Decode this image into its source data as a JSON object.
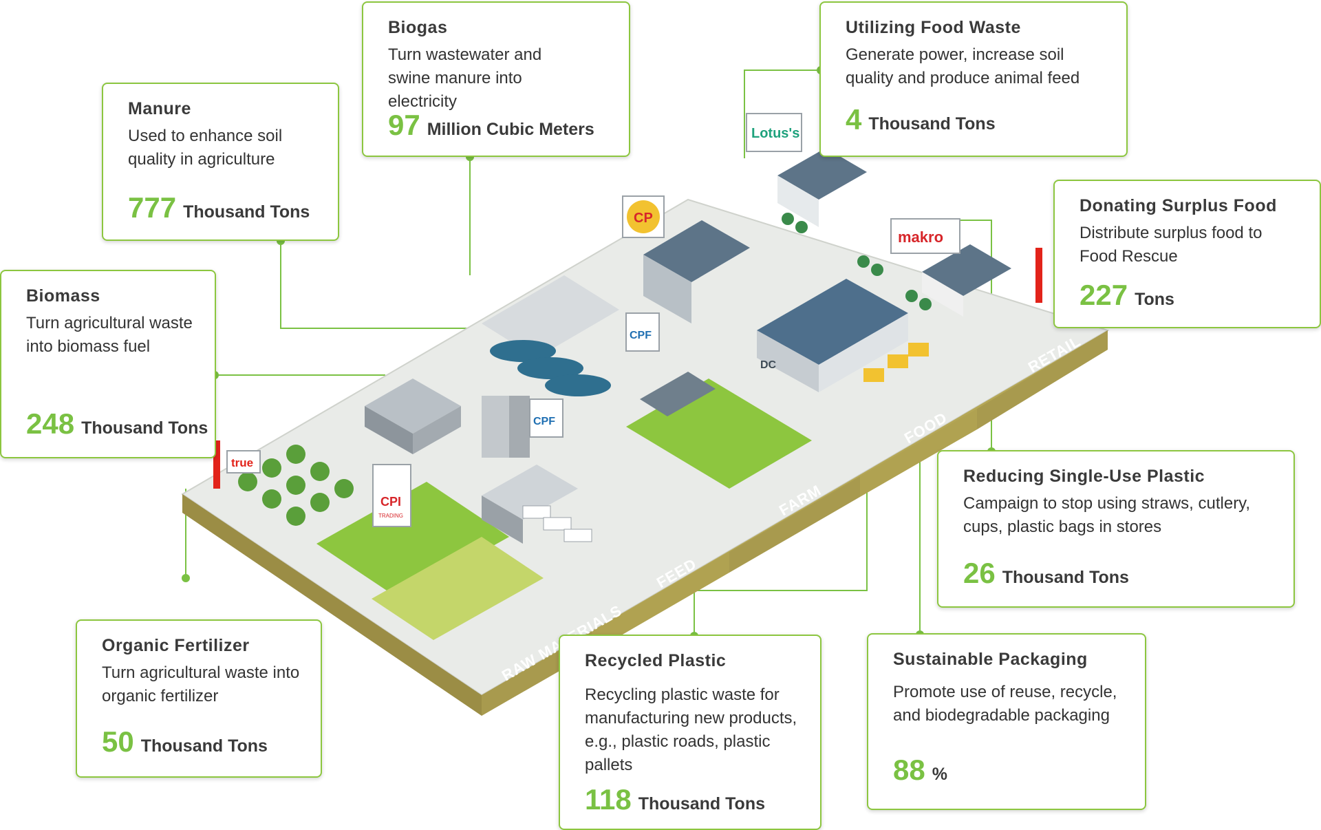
{
  "cards": {
    "biogas": {
      "title": "Biogas",
      "desc": "Turn wastewater and swine manure into electricity",
      "value": "97",
      "unit": "Million Cubic Meters"
    },
    "food_waste": {
      "title": "Utilizing Food Waste",
      "desc": "Generate power, increase soil quality and produce animal feed",
      "value": "4",
      "unit": "Thousand Tons"
    },
    "manure": {
      "title": "Manure",
      "desc": "Used to enhance soil quality in agriculture",
      "value": "777",
      "unit": "Thousand Tons"
    },
    "donating": {
      "title": "Donating Surplus Food",
      "desc": "Distribute surplus food to Food Rescue",
      "value": "227",
      "unit": "Tons"
    },
    "biomass": {
      "title": "Biomass",
      "desc": "Turn agricultural waste into biomass fuel",
      "value": "248",
      "unit": "Thousand Tons"
    },
    "single_use": {
      "title": "Reducing Single-Use Plastic",
      "desc": "Campaign to stop using straws, cutlery, cups, plastic bags in stores",
      "value": "26",
      "unit": "Thousand Tons"
    },
    "organic": {
      "title": "Organic Fertilizer",
      "desc": "Turn agricultural waste into organic fertilizer",
      "value": "50",
      "unit": "Thousand Tons"
    },
    "recycled": {
      "title": "Recycled Plastic",
      "desc": "Recycling plastic waste for manufacturing new products, e.g., plastic roads, plastic pallets",
      "value": "118",
      "unit": "Thousand Tons"
    },
    "packaging": {
      "title": "Sustainable Packaging",
      "desc": "Promote use of reuse, recycle, and biodegradable packaging",
      "value": "88",
      "unit": "%"
    }
  },
  "zones": [
    "RAW MATERIALS",
    "FEED",
    "FARM",
    "FOOD",
    "RETAIL"
  ],
  "signs": {
    "lotus": "Lotus's",
    "cp": "CP",
    "cpf": "CPF",
    "cpi": "CPI",
    "cpi_sub": "TRADING",
    "true": "true",
    "makro": "makro",
    "dc": "DC"
  },
  "colors": {
    "accent_green": "#7ac143",
    "card_border": "#8cc63f",
    "base_olive": "#a89a4e",
    "field_green": "#8dc63f"
  }
}
